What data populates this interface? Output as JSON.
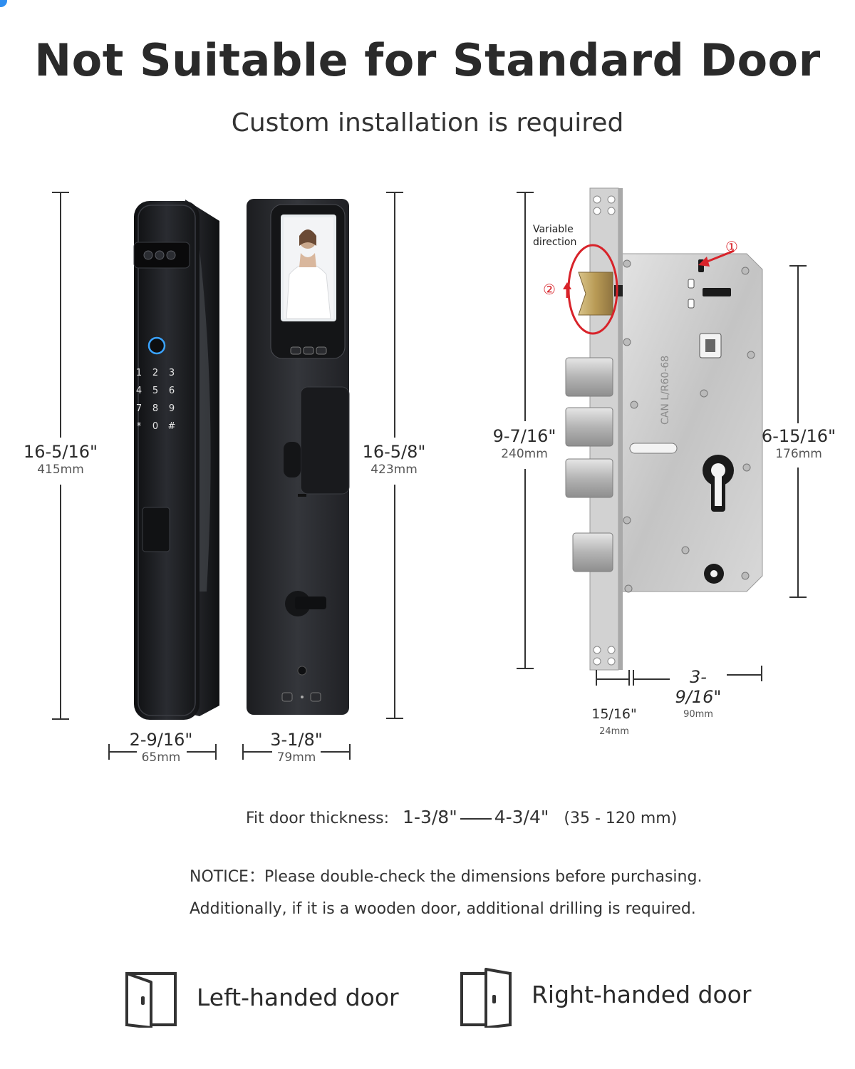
{
  "header": {
    "title": "Not Suitable for Standard Door",
    "subtitle": "Custom installation is required"
  },
  "dimensions": {
    "lock_front_height": {
      "in": "16-5/16\"",
      "mm": "415mm"
    },
    "lock_back_height": {
      "in": "16-5/8\"",
      "mm": "423mm"
    },
    "lock_front_width": {
      "in": "2-9/16\"",
      "mm": "65mm"
    },
    "lock_back_width": {
      "in": "3-1/8\"",
      "mm": "79mm"
    },
    "mortise_height": {
      "in": "9-7/16\"",
      "mm": "240mm"
    },
    "mortise_body_height": {
      "in": "6-15/16\"",
      "mm": "176mm"
    },
    "mortise_faceplate": {
      "in": "15/16\"",
      "mm": "24mm"
    },
    "mortise_depth": {
      "in": "3-9/16\"",
      "mm": "90mm"
    }
  },
  "mortise": {
    "note": "Variable direction",
    "marker1": "①",
    "marker2": "②",
    "engraving": "CAN L/R60-68"
  },
  "keypad": [
    "1",
    "2",
    "3",
    "4",
    "5",
    "6",
    "7",
    "8",
    "9",
    "*",
    "0",
    "#"
  ],
  "fit": {
    "label": "Fit door thickness:",
    "min": "1-3/8\"",
    "max": "4-3/4\"",
    "mm": "(35 - 120 mm)"
  },
  "notice": {
    "line1": "NOTICE：Please double-check the dimensions before purchasing.",
    "line2": "Additionally, if it is a wooden door, additional drilling is required."
  },
  "doors": {
    "left": "Left-handed door",
    "right": "Right-handed door"
  },
  "colors": {
    "lock_body": "#1c1d20",
    "mortise_steel": "#c9c9c9",
    "latch_brass": "#b89a55",
    "highlight_red": "#d8232a"
  }
}
